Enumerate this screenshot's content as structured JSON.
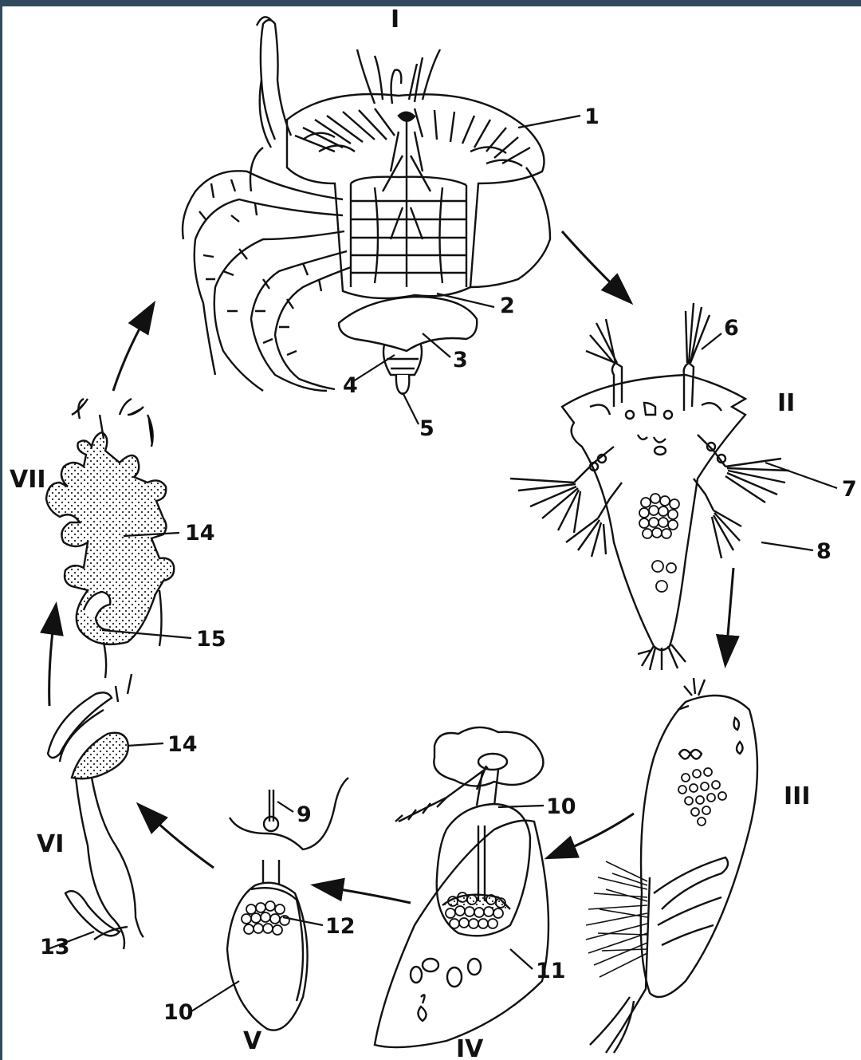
{
  "figure": {
    "stages": [
      {
        "id": "I",
        "label": "I"
      },
      {
        "id": "II",
        "label": "II"
      },
      {
        "id": "III",
        "label": "III"
      },
      {
        "id": "IV",
        "label": "IV"
      },
      {
        "id": "V",
        "label": "V"
      },
      {
        "id": "VI",
        "label": "VI"
      },
      {
        "id": "VII",
        "label": "VII"
      }
    ],
    "callouts": [
      "1",
      "2",
      "3",
      "4",
      "5",
      "6",
      "7",
      "8",
      "9",
      "10",
      "11",
      "12",
      "13",
      "14",
      "15"
    ],
    "callout_10_repeat": "10",
    "callout_14_repeat": "14",
    "colors": {
      "ink": "#111111",
      "frame": "#2f4a5c",
      "paper": "#ffffff"
    }
  }
}
